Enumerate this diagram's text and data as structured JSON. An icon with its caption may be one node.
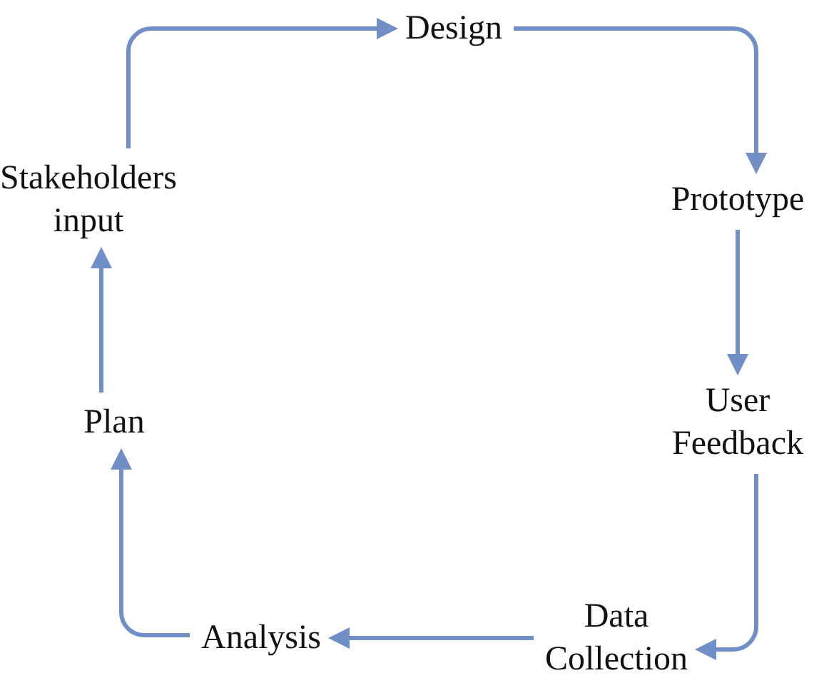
{
  "diagram": {
    "nodes": [
      {
        "text": [
          "Design"
        ]
      },
      {
        "text": [
          "Prototype"
        ]
      },
      {
        "text": [
          "User Feedback"
        ]
      },
      {
        "text": [
          "Data Collection"
        ]
      },
      {
        "text": [
          "Analysis"
        ]
      },
      {
        "text": [
          "Plan"
        ]
      },
      {
        "text": [
          "Stakeholders input"
        ]
      }
    ],
    "edges": [
      {
        "from": 0,
        "to": 1,
        "arrow": "to"
      },
      {
        "from": 1,
        "to": 2,
        "arrow": "to"
      },
      {
        "from": 2,
        "to": 3,
        "arrow": "to"
      },
      {
        "from": 3,
        "to": 4,
        "arrow": "to"
      },
      {
        "from": 4,
        "to": 5,
        "arrow": "to"
      },
      {
        "from": 5,
        "to": 6,
        "arrow": "to"
      },
      {
        "from": 6,
        "to": 0,
        "arrow": "to"
      }
    ]
  }
}
